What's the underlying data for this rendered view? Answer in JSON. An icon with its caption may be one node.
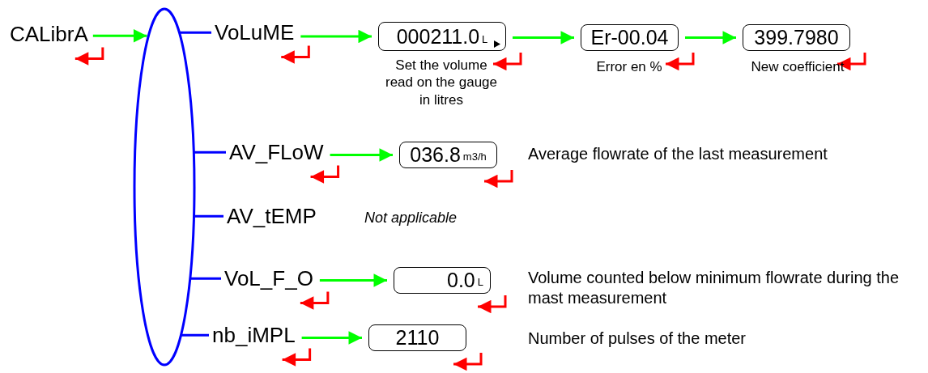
{
  "diagram": {
    "nodes": [
      {
        "text": [
          "CALibrA"
        ]
      },
      {
        "text": [],
        "shape": "ellipse"
      },
      {
        "text": [
          "VoLuME"
        ]
      },
      {
        "text": [
          "000211.0",
          "L"
        ],
        "beside": [
          "Set the volume read on the gauge in litres"
        ]
      },
      {
        "text": [
          "Er-00.04"
        ],
        "beside": [
          "Error en %"
        ]
      },
      {
        "text": [
          "399.7980"
        ],
        "beside": [
          "New coefficient"
        ]
      },
      {
        "text": [
          "AV_FLoW"
        ]
      },
      {
        "text": [
          "036.8",
          "m3/h"
        ],
        "beside": [
          "Average flowrate of the last measurement"
        ]
      },
      {
        "text": [
          "AV_tEMP"
        ],
        "beside": [
          "Not applicable"
        ]
      },
      {
        "text": [
          "VoL_F_O"
        ]
      },
      {
        "text": [
          "0.0",
          "L"
        ],
        "beside": [
          "Volume counted below minimum flowrate during the mast measurement"
        ]
      },
      {
        "text": [
          "nb_iMPL"
        ]
      },
      {
        "text": [
          "2110"
        ],
        "beside": [
          "Number of pulses of the meter"
        ]
      }
    ],
    "edges": [
      {
        "from": 0,
        "to": 1,
        "arrow": "to",
        "color": "#00ff00"
      },
      {
        "from": null,
        "to": 0,
        "arrow": "to",
        "color": "#ff0000"
      },
      {
        "from": 1,
        "to": 2,
        "arrow": "none",
        "color": "#0000ff"
      },
      {
        "from": 2,
        "to": 3,
        "arrow": "to",
        "color": "#00ff00"
      },
      {
        "from": null,
        "to": 2,
        "arrow": "to",
        "color": "#ff0000"
      },
      {
        "from": 3,
        "to": 4,
        "arrow": "to",
        "color": "#00ff00"
      },
      {
        "from": null,
        "to": 3,
        "arrow": "to",
        "color": "#ff0000"
      },
      {
        "from": 4,
        "to": 5,
        "arrow": "to",
        "color": "#00ff00"
      },
      {
        "from": null,
        "to": 4,
        "arrow": "to",
        "color": "#ff0000"
      },
      {
        "from": null,
        "to": 5,
        "arrow": "to",
        "color": "#ff0000"
      },
      {
        "from": 1,
        "to": 6,
        "arrow": "none",
        "color": "#0000ff"
      },
      {
        "from": 6,
        "to": 7,
        "arrow": "to",
        "color": "#00ff00"
      },
      {
        "from": null,
        "to": 6,
        "arrow": "to",
        "color": "#ff0000"
      },
      {
        "from": null,
        "to": 7,
        "arrow": "to",
        "color": "#ff0000"
      },
      {
        "from": 1,
        "to": 8,
        "arrow": "none",
        "color": "#0000ff"
      },
      {
        "from": 1,
        "to": 9,
        "arrow": "none",
        "color": "#0000ff"
      },
      {
        "from": 9,
        "to": 10,
        "arrow": "to",
        "color": "#00ff00"
      },
      {
        "from": null,
        "to": 9,
        "arrow": "to",
        "color": "#ff0000"
      },
      {
        "from": null,
        "to": 10,
        "arrow": "to",
        "color": "#ff0000"
      },
      {
        "from": 1,
        "to": 11,
        "arrow": "none",
        "color": "#0000ff"
      },
      {
        "from": 11,
        "to": 12,
        "arrow": "to",
        "color": "#00ff00"
      },
      {
        "from": null,
        "to": 11,
        "arrow": "to",
        "color": "#ff0000"
      },
      {
        "from": null,
        "to": 12,
        "arrow": "to",
        "color": "#ff0000"
      }
    ]
  }
}
